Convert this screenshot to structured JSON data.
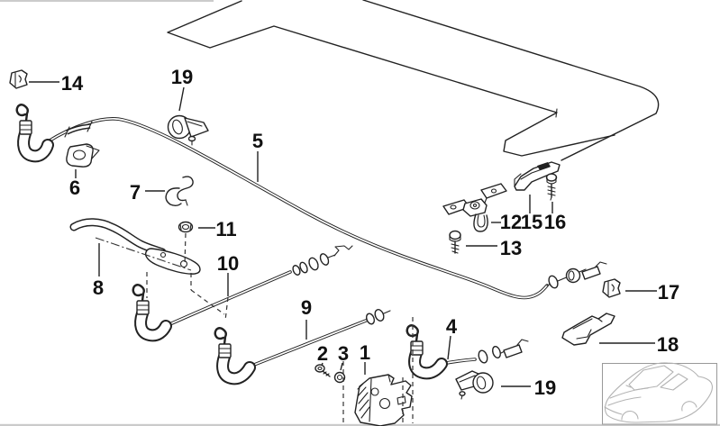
{
  "page": {
    "background": "#ffffff"
  },
  "diagram": {
    "kind": "exploded-parts-diagram",
    "line_color": "#222222",
    "thumbnail_line_color": "#b3b3b3",
    "border_color": "#999999"
  },
  "callouts": [
    {
      "part": "14",
      "text": "14"
    },
    {
      "part": "19",
      "text": "19"
    },
    {
      "part": "6",
      "text": "6"
    },
    {
      "part": "7",
      "text": "7"
    },
    {
      "part": "5",
      "text": "5"
    },
    {
      "part": "11",
      "text": "11"
    },
    {
      "part": "10",
      "text": "10"
    },
    {
      "part": "8",
      "text": "8"
    },
    {
      "part": "9",
      "text": "9"
    },
    {
      "part": "2",
      "text": "2"
    },
    {
      "part": "3",
      "text": "3"
    },
    {
      "part": "1",
      "text": "1"
    },
    {
      "part": "4",
      "text": "4"
    },
    {
      "part": "12",
      "text": "12"
    },
    {
      "part": "15",
      "text": "15"
    },
    {
      "part": "16",
      "text": "16"
    },
    {
      "part": "13",
      "text": "13"
    },
    {
      "part": "17",
      "text": "17"
    },
    {
      "part": "18",
      "text": "18"
    },
    {
      "part": "19b",
      "text": "19"
    }
  ]
}
